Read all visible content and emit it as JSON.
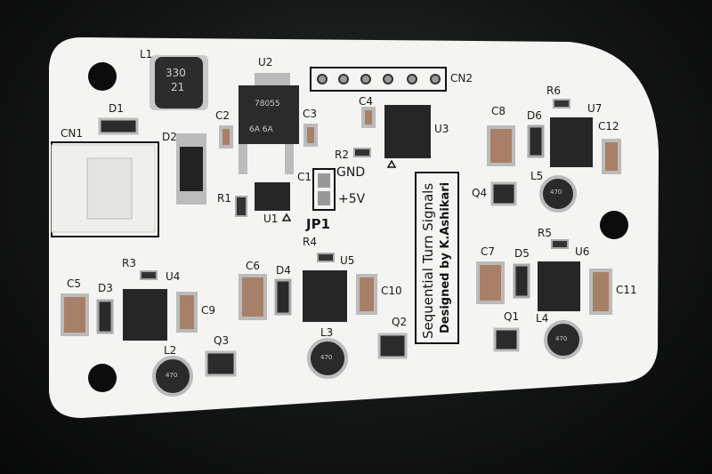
{
  "board": {
    "title": "Sequential Turn Signals",
    "credit": "Designed by K.Ashikari",
    "colors": {
      "board": "#f4f4f2",
      "silkscreen": "#161616",
      "component": "#2a2a2a",
      "pad": "#b8b8b8",
      "background": "#121413"
    }
  },
  "labels": {
    "L1": "L1",
    "U2": "U2",
    "CN2": "CN2",
    "C2": "C2",
    "C3": "C3",
    "C4": "C4",
    "U3": "U3",
    "C8": "C8",
    "D6": "D6",
    "R6": "R6",
    "U7": "U7",
    "C12": "C12",
    "D1": "D1",
    "CN1": "CN1",
    "D2": "D2",
    "R2": "R2",
    "GND": "GND",
    "C1": "C1",
    "P5V": "+5V",
    "R1": "R1",
    "U1": "U1",
    "JP1": "JP1",
    "Q4": "Q4",
    "L5": "L5",
    "R4": "R4",
    "U5": "U5",
    "C6": "C6",
    "D4": "D4",
    "C10": "C10",
    "Q2": "Q2",
    "L3": "L3",
    "C7": "C7",
    "D5": "D5",
    "R5": "R5",
    "U6": "U6",
    "C11": "C11",
    "Q1": "Q1",
    "L4": "L4",
    "R3": "R3",
    "U4": "U4",
    "C5": "C5",
    "D3": "D3",
    "C9": "C9",
    "L2": "L2",
    "Q3": "Q3"
  },
  "markings": {
    "l1_top": "330",
    "l1_bottom": "21",
    "u2": "78055",
    "u2_sub": "6A  6A",
    "inductor": "470"
  }
}
